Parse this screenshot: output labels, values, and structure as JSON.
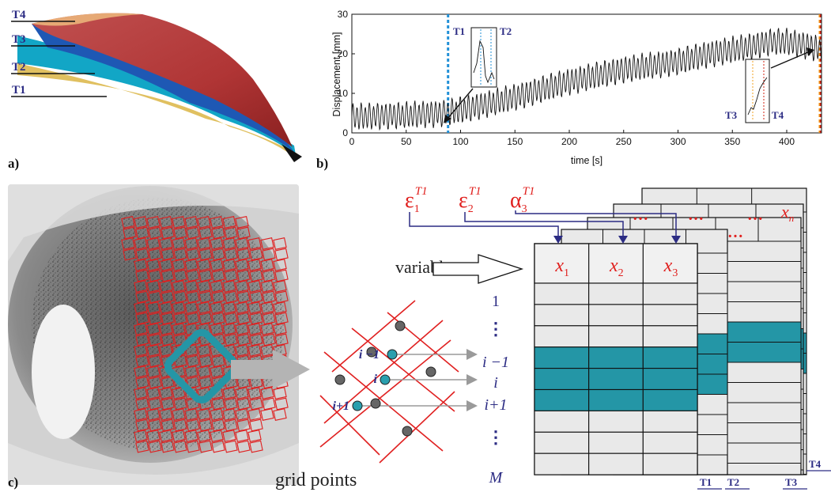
{
  "panel_labels": {
    "a": "a)",
    "b": "b)",
    "c": "c)"
  },
  "layers": [
    "T4",
    "T3",
    "T2",
    "T1"
  ],
  "chart_data": {
    "type": "line",
    "xlabel": "time [s]",
    "ylabel": "Displacement [mm]",
    "xlim": [
      0,
      432
    ],
    "ylim": [
      0,
      30
    ],
    "xticks": [
      0,
      50,
      100,
      150,
      200,
      250,
      300,
      350,
      400
    ],
    "yticks": [
      0,
      10,
      20,
      30
    ],
    "grid": false,
    "series": [
      {
        "x": [
          0,
          50,
          88,
          120,
          150,
          200,
          250,
          300,
          330,
          350,
          370,
          385,
          400,
          420,
          432
        ],
        "y": [
          4,
          4.5,
          5,
          7,
          9,
          13,
          16,
          18,
          20,
          21,
          22,
          23,
          23,
          22,
          21
        ]
      }
    ],
    "oscillation_amplitude_mm": 3,
    "markers": [
      {
        "label": "T1",
        "x": 88,
        "color": "#1f8fd6"
      },
      {
        "label": "T2",
        "x": 89,
        "color": "#1f8fd6"
      },
      {
        "label": "T3",
        "x": 430,
        "color": "#f0a020"
      },
      {
        "label": "T4",
        "x": 431,
        "color": "#d02010"
      }
    ],
    "insets": [
      {
        "left_label": "T1",
        "right_label": "T2"
      },
      {
        "left_label": "T3",
        "right_label": "T4"
      }
    ]
  },
  "panel_c": {
    "grid_points_label": "grid points",
    "variables_label": "variables",
    "grid_labels": {
      "prev": "i −1",
      "cur": "i",
      "next": "i+1"
    },
    "row_labels": {
      "first": "1",
      "dots_top": "⋮",
      "prev": "i −1",
      "cur": "i",
      "next": "i+1",
      "dots_bottom": "⋮",
      "last": "M"
    },
    "columns": [
      {
        "base": "x",
        "sub": "1"
      },
      {
        "base": "x",
        "sub": "2"
      },
      {
        "base": "x",
        "sub": "3"
      }
    ],
    "last_column": {
      "base": "x",
      "sub": "n"
    },
    "ellipsis": "…",
    "variable_labels": [
      {
        "base": "ε",
        "sub": "1",
        "sup": "T1"
      },
      {
        "base": "ε",
        "sub": "2",
        "sup": "T1"
      },
      {
        "base": "α",
        "sub": "3",
        "sup": "T1"
      }
    ],
    "stack_labels": [
      "T1",
      "T2",
      "T3",
      "T4"
    ],
    "highlight_color": "#2496a6",
    "grid_color": "#e02020",
    "text_red": "#e0201e",
    "text_navy": "#2c2c84"
  }
}
